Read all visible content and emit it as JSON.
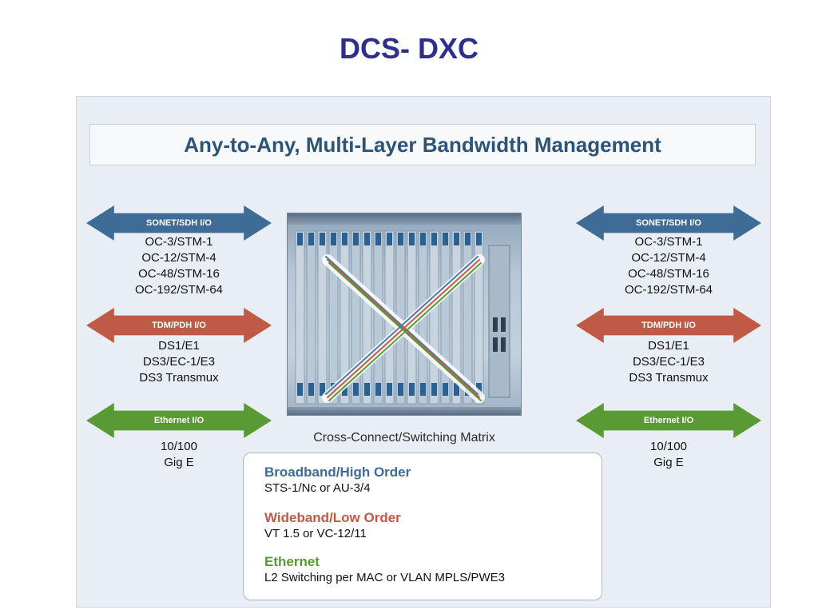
{
  "slide": {
    "title": "DCS- DXC"
  },
  "figure": {
    "banner": "Any-to-Any, Multi-Layer Bandwidth Management",
    "left": {
      "sonet": {
        "label": "SONET/SDH I/O",
        "items": [
          "OC-3/STM-1",
          "OC-12/STM-4",
          "OC-48/STM-16",
          "OC-192/STM-64"
        ]
      },
      "tdm": {
        "label": "TDM/PDH I/O",
        "items": [
          "DS1/E1",
          "DS3/EC-1/E3",
          "DS3 Transmux"
        ]
      },
      "ethernet": {
        "label": "Ethernet I/O",
        "items": [
          "10/100",
          "Gig E"
        ]
      }
    },
    "right": {
      "sonet": {
        "label": "SONET/SDH I/O",
        "items": [
          "OC-3/STM-1",
          "OC-12/STM-4",
          "OC-48/STM-16",
          "OC-192/STM-64"
        ]
      },
      "tdm": {
        "label": "TDM/PDH I/O",
        "items": [
          "DS1/E1",
          "DS3/EC-1/E3",
          "DS3 Transmux"
        ]
      },
      "ethernet": {
        "label": "Ethernet I/O",
        "items": [
          "10/100",
          "Gig E"
        ]
      }
    },
    "matrix_caption": "Cross-Connect/Switching Matrix",
    "legend": [
      {
        "heading": "Broadband/High Order",
        "detail": "STS-1/Nc or AU-3/4",
        "color": "#3e6c97"
      },
      {
        "heading": "Wideband/Low Order",
        "detail": "VT 1.5 or VC-12/11",
        "color": "#bf5a47"
      },
      {
        "heading": "Ethernet",
        "detail": "L2 Switching per MAC or VLAN MPLS/PWE3",
        "color": "#5a9a34"
      }
    ]
  }
}
